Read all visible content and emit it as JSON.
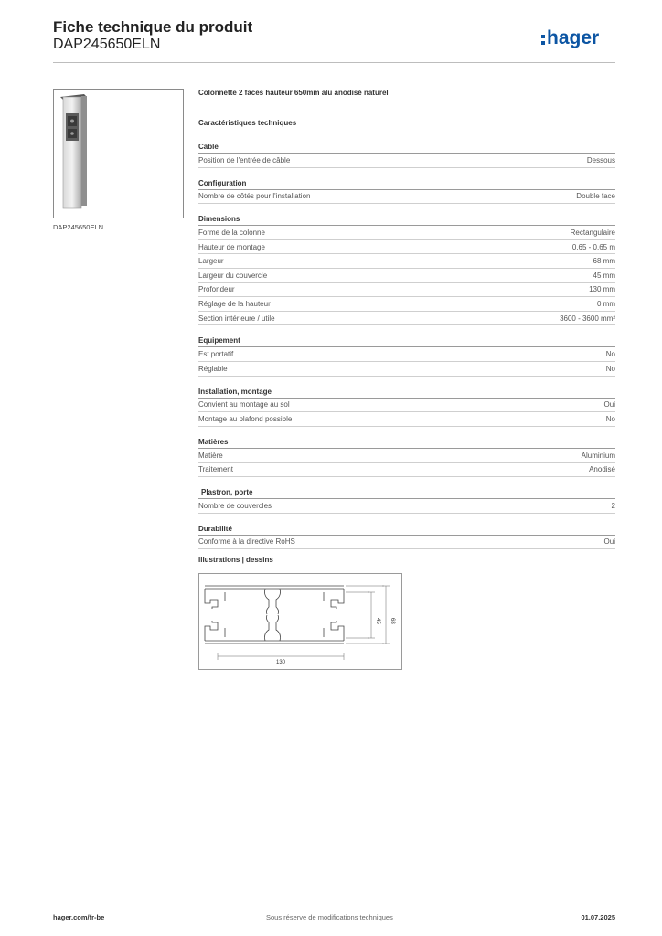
{
  "header": {
    "title": "Fiche technique du produit",
    "reference": "DAP245650ELN",
    "logo_text": "hager",
    "brand_color": "#0c55a3"
  },
  "product": {
    "image_icon": "column-product-photo",
    "caption": "DAP245650ELN",
    "description": "Colonnette 2 faces hauteur 650mm alu anodisé naturel"
  },
  "specs": {
    "title": "Caractéristiques techniques",
    "groups": [
      {
        "name": "Câble",
        "rows": [
          {
            "label": "Position de l'entrée de câble",
            "value": "Dessous"
          }
        ]
      },
      {
        "name": "Configuration",
        "rows": [
          {
            "label": "Nombre de côtés pour l'installation",
            "value": "Double face"
          }
        ]
      },
      {
        "name": "Dimensions",
        "rows": [
          {
            "label": "Forme de la colonne",
            "value": "Rectangulaire"
          },
          {
            "label": "Hauteur de montage",
            "value": "0,65 - 0,65 m"
          },
          {
            "label": "Largeur",
            "value": "68 mm"
          },
          {
            "label": "Largeur du couvercle",
            "value": "45 mm"
          },
          {
            "label": "Profondeur",
            "value": "130 mm"
          },
          {
            "label": "Réglage de la hauteur",
            "value": "0 mm"
          },
          {
            "label": "Section intérieure / utile",
            "value": "3600 - 3600 mm²"
          }
        ]
      },
      {
        "name": "Equipement",
        "rows": [
          {
            "label": "Est portatif",
            "value": "No"
          },
          {
            "label": "Réglable",
            "value": "No"
          }
        ]
      },
      {
        "name": "Installation, montage",
        "rows": [
          {
            "label": "Convient au montage au sol",
            "value": "Oui"
          },
          {
            "label": "Montage au plafond possible",
            "value": "No"
          }
        ]
      },
      {
        "name": "Matières",
        "rows": [
          {
            "label": "Matière",
            "value": "Aluminium"
          },
          {
            "label": "Traitement",
            "value": "Anodisé"
          }
        ]
      },
      {
        "name": "Plastron, porte",
        "rows": [
          {
            "label": "Nombre de couvercles",
            "value": "2"
          }
        ]
      },
      {
        "name": "Durabilité",
        "rows": [
          {
            "label": "Conforme à la directive RoHS",
            "value": "Oui"
          }
        ]
      }
    ]
  },
  "illustrations": {
    "title": "Illustrations | dessins",
    "drawing_icon": "profile-cross-section-drawing",
    "dim_depth": "130",
    "dim_cover": "45",
    "dim_width": "68"
  },
  "footer": {
    "website": "hager.com/fr-be",
    "notice": "Sous réserve de modifications techniques",
    "date": "01.07.2025"
  }
}
